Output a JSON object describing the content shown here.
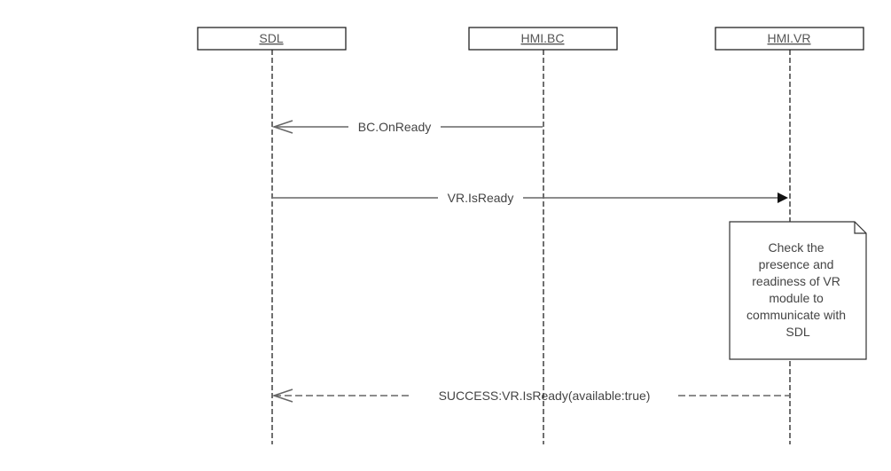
{
  "participants": [
    {
      "name": "SDL"
    },
    {
      "name": "HMI.BC"
    },
    {
      "name": "HMI.VR"
    }
  ],
  "messages": [
    {
      "label": "BC.OnReady",
      "from": "HMI.BC",
      "to": "SDL",
      "style": "solid",
      "arrow": "open"
    },
    {
      "label": "VR.IsReady",
      "from": "SDL",
      "to": "HMI.VR",
      "style": "solid",
      "arrow": "filled"
    },
    {
      "label": "SUCCESS:VR.IsReady(available:true)",
      "from": "HMI.VR",
      "to": "SDL",
      "style": "dashed",
      "arrow": "open"
    }
  ],
  "note": {
    "lines": [
      "Check the",
      "presence and",
      "readiness of VR",
      "module to",
      "communicate with",
      "SDL"
    ]
  },
  "colors": {
    "line": "#666666",
    "border": "#333333",
    "text": "#444444"
  }
}
